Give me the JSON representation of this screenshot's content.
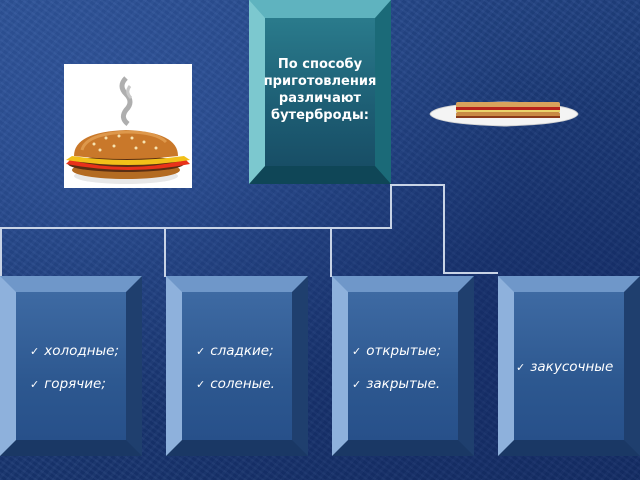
{
  "diagram": {
    "title": "По способу\nприготовления\nразличают\nбутерброды:",
    "categories": [
      {
        "items": [
          "холодные;",
          "горячие;"
        ]
      },
      {
        "items": [
          "сладкие;",
          "соленые."
        ]
      },
      {
        "items": [
          "открытые;",
          "закрытые."
        ]
      },
      {
        "items": [
          "закусочные"
        ]
      }
    ]
  },
  "icons": {
    "bullet": "check-mark",
    "left_image": "hamburger-image",
    "right_image": "sandwich-plate-image"
  },
  "colors": {
    "background": "#1b3a78",
    "title_box": "#1d5e74",
    "category_box": "#2d5890",
    "connector": "#c9d4e6",
    "text": "#ffffff"
  }
}
